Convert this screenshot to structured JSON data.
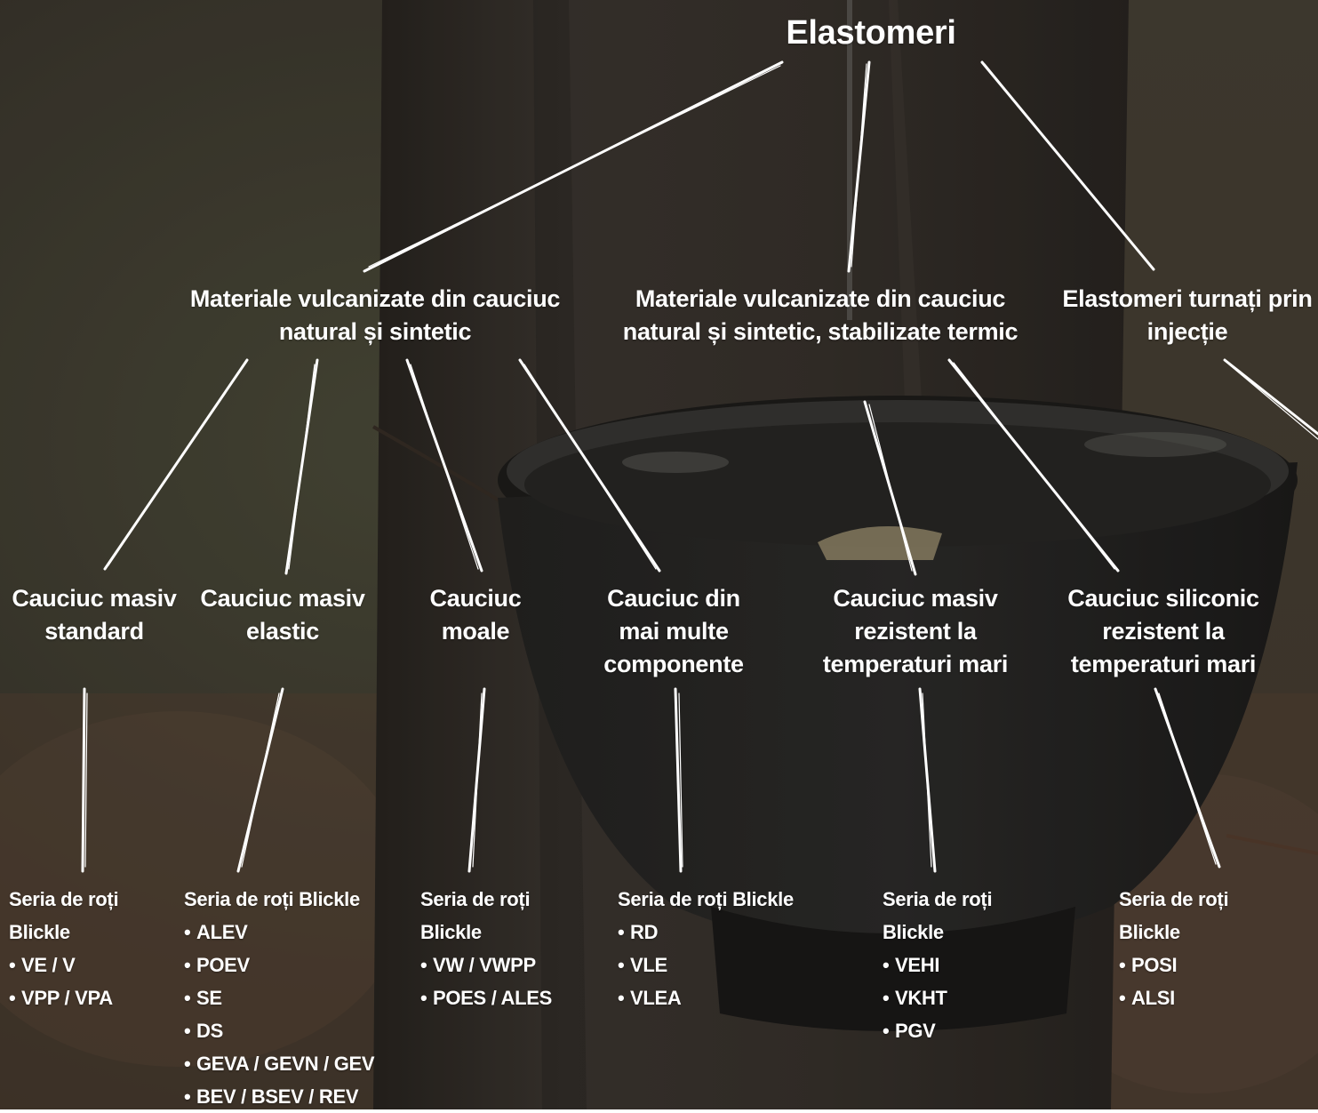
{
  "colors": {
    "text": "#ffffff",
    "trunk": "#3a342d",
    "bowl": "#232220",
    "ground": "#4a4136"
  },
  "root": {
    "label": "Elastomeri"
  },
  "groups": [
    {
      "label": "Materiale vulcanizate din cauciuc natural și sintetic"
    },
    {
      "label": "Materiale vulcanizate din cauciuc natural și sintetic, stabilizate termic"
    },
    {
      "label": "Elastomeri turnați prin injecție"
    }
  ],
  "types": [
    {
      "label": "Cauciuc masiv standard",
      "series_heading": "Seria de roți Blickle",
      "items": [
        "VE / V",
        "VPP / VPA"
      ]
    },
    {
      "label": "Cauciuc masiv elastic",
      "series_heading": "Seria de roți Blickle",
      "items": [
        "ALEV",
        "POEV",
        "SE",
        "DS",
        "GEVA / GEVN / GEV",
        "BEV / BSEV / REV"
      ]
    },
    {
      "label": "Cauciuc moale",
      "series_heading": "Seria de roți Blickle",
      "items": [
        "VW / VWPP",
        "POES / ALES"
      ]
    },
    {
      "label": "Cauciuc din mai multe componente",
      "series_heading": "Seria de roți Blickle",
      "items": [
        "RD",
        "VLE",
        "VLEA"
      ]
    },
    {
      "label": "Cauciuc masiv rezistent la temperaturi mari",
      "series_heading": "Seria de roți Blickle",
      "items": [
        "VEHI",
        "VKHT",
        "PGV"
      ]
    },
    {
      "label": "Cauciuc siliconic rezistent la temperaturi mari",
      "series_heading": "Seria de roți Blickle",
      "items": [
        "POSI",
        "ALSI"
      ]
    }
  ],
  "bullet": "•"
}
